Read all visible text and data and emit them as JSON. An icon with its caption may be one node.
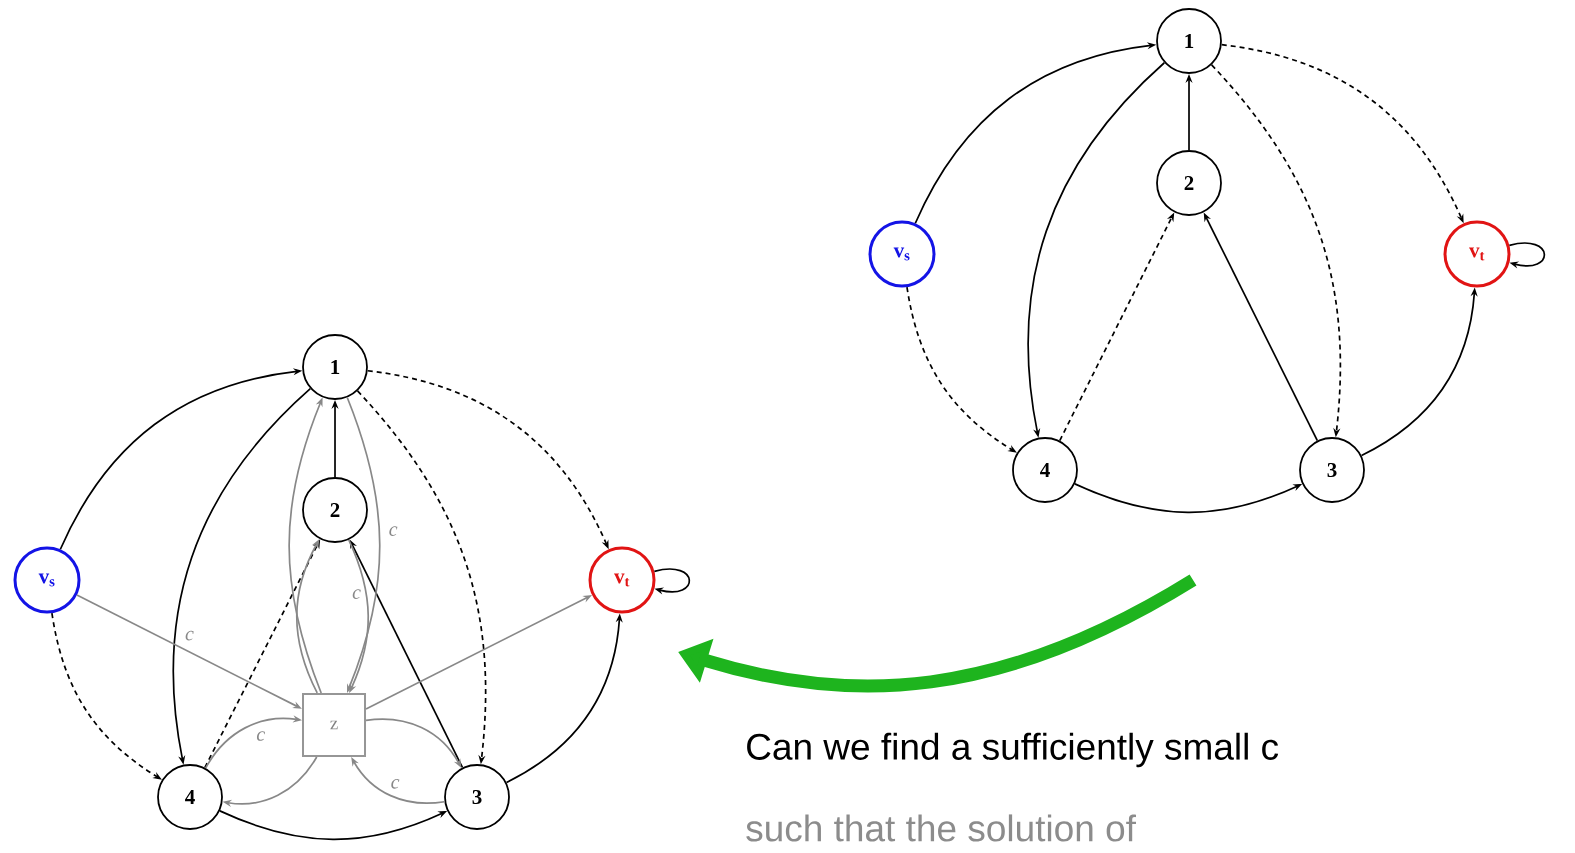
{
  "diagram": {
    "nodes": [
      {
        "text": [
          "1"
        ]
      },
      {
        "text": [
          "2"
        ]
      },
      {
        "text": [
          "v$_{s}$"
        ]
      },
      {
        "text": [
          "v$_{t}$"
        ]
      },
      {
        "text": [
          "4"
        ]
      },
      {
        "text": [
          "3"
        ]
      },
      {
        "text": [
          "1"
        ]
      },
      {
        "text": [
          "2"
        ]
      },
      {
        "text": [
          "v$_{s}$"
        ]
      },
      {
        "text": [
          "v$_{t}$"
        ]
      },
      {
        "text": [
          "z"
        ]
      },
      {
        "text": [
          "4"
        ]
      },
      {
        "text": [
          "3"
        ]
      }
    ],
    "edges": [
      {
        "from": 2,
        "to": 0,
        "arrow": "to"
      },
      {
        "from": 2,
        "to": 4,
        "arrow": "to",
        "style": "dashed"
      },
      {
        "from": 0,
        "to": 4,
        "arrow": "to"
      },
      {
        "from": 1,
        "to": 0,
        "arrow": "to"
      },
      {
        "from": 4,
        "to": 1,
        "arrow": "to",
        "style": "dashed"
      },
      {
        "from": 5,
        "to": 1,
        "arrow": "to"
      },
      {
        "from": 0,
        "to": 3,
        "arrow": "to",
        "style": "dashed"
      },
      {
        "from": 0,
        "to": 5,
        "arrow": "to",
        "style": "dashed"
      },
      {
        "from": 5,
        "to": 3,
        "arrow": "to"
      },
      {
        "from": 3,
        "to": 3,
        "arrow": "to"
      },
      {
        "from": 4,
        "to": 5,
        "arrow": "to"
      },
      {
        "from": 8,
        "to": 6,
        "arrow": "to"
      },
      {
        "from": 8,
        "to": 11,
        "arrow": "to",
        "style": "dashed"
      },
      {
        "from": 6,
        "to": 11,
        "arrow": "to"
      },
      {
        "from": 7,
        "to": 6,
        "arrow": "to"
      },
      {
        "from": 11,
        "to": 7,
        "arrow": "to",
        "style": "dashed"
      },
      {
        "from": 12,
        "to": 7,
        "arrow": "to"
      },
      {
        "from": 6,
        "to": 9,
        "arrow": "to",
        "style": "dashed"
      },
      {
        "from": 6,
        "to": 12,
        "arrow": "to",
        "style": "dashed"
      },
      {
        "from": 12,
        "to": 9,
        "arrow": "to"
      },
      {
        "from": 9,
        "to": 9,
        "arrow": "to"
      },
      {
        "from": 11,
        "to": 12,
        "arrow": "to"
      },
      {
        "from": 8,
        "to": 10,
        "arrow": "to",
        "label": "c",
        "color": "#888888"
      },
      {
        "from": 10,
        "to": 6,
        "arrow": "to",
        "color": "#888888"
      },
      {
        "from": 10,
        "to": 7,
        "arrow": "to",
        "color": "#888888"
      },
      {
        "from": 7,
        "to": 10,
        "arrow": "to",
        "label": "c",
        "color": "#888888"
      },
      {
        "from": 6,
        "to": 10,
        "arrow": "to",
        "label": "c",
        "color": "#888888"
      },
      {
        "from": 10,
        "to": 9,
        "arrow": "to",
        "color": "#888888"
      },
      {
        "from": 11,
        "to": 10,
        "arrow": "to",
        "label": "c",
        "color": "#888888"
      },
      {
        "from": 10,
        "to": 11,
        "arrow": "to",
        "color": "#888888"
      },
      {
        "from": 10,
        "to": 12,
        "arrow": "to",
        "color": "#888888"
      },
      {
        "from": 12,
        "to": 10,
        "arrow": "to",
        "label": "c",
        "color": "#888888"
      }
    ],
    "labels": [
      "Can we find a sufficiently small c",
      "such that the solution of"
    ]
  }
}
